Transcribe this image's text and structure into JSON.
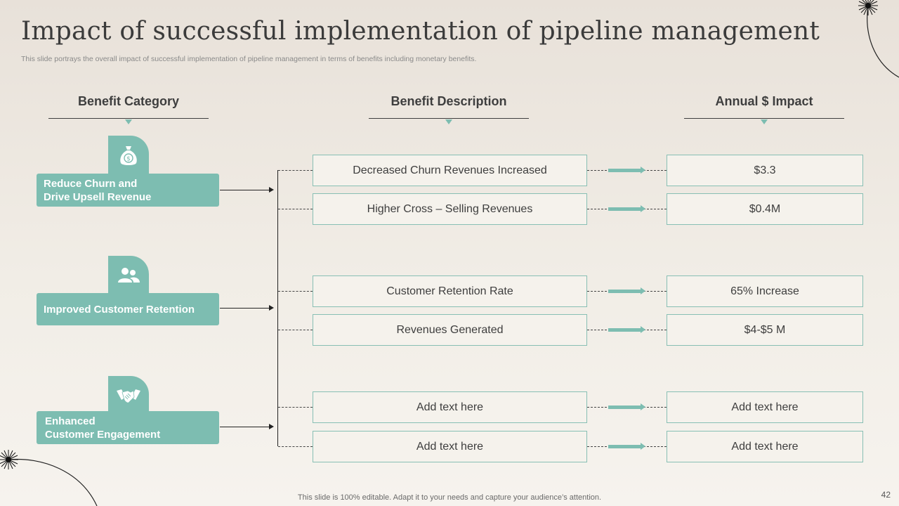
{
  "title": "Impact of successful implementation of pipeline management",
  "subtitle": "This slide portrays the overall impact of successful implementation of pipeline management in terms of benefits including monetary benefits.",
  "columns": {
    "category": "Benefit Category",
    "description": "Benefit Description",
    "impact": "Annual $ Impact"
  },
  "categories": [
    {
      "line1": "Reduce Churn and",
      "line2": "Drive Upsell Revenue",
      "icon": "money-bag-icon"
    },
    {
      "line1": "Improved Customer Retention",
      "line2": "",
      "icon": "users-icon"
    },
    {
      "line1": "Enhanced",
      "line2": "Customer Engagement",
      "icon": "handshake-icon"
    }
  ],
  "rows": [
    {
      "description": "Decreased Churn Revenues Increased",
      "impact": "$3.3"
    },
    {
      "description": "Higher Cross – Selling Revenues",
      "impact": "$0.4M"
    },
    {
      "description": "Customer Retention Rate",
      "impact": "65% Increase"
    },
    {
      "description": "Revenues Generated",
      "impact": "$4-$5 M"
    },
    {
      "description": "Add text here",
      "impact": "Add text here"
    },
    {
      "description": "Add text here",
      "impact": "Add text here"
    }
  ],
  "footer": "This slide is 100% editable. Adapt it to your needs and capture your audience’s attention.",
  "page_number": "42",
  "colors": {
    "accent": "#7dbdb1",
    "text": "#3e3e3e",
    "background": "#efe9e2"
  }
}
